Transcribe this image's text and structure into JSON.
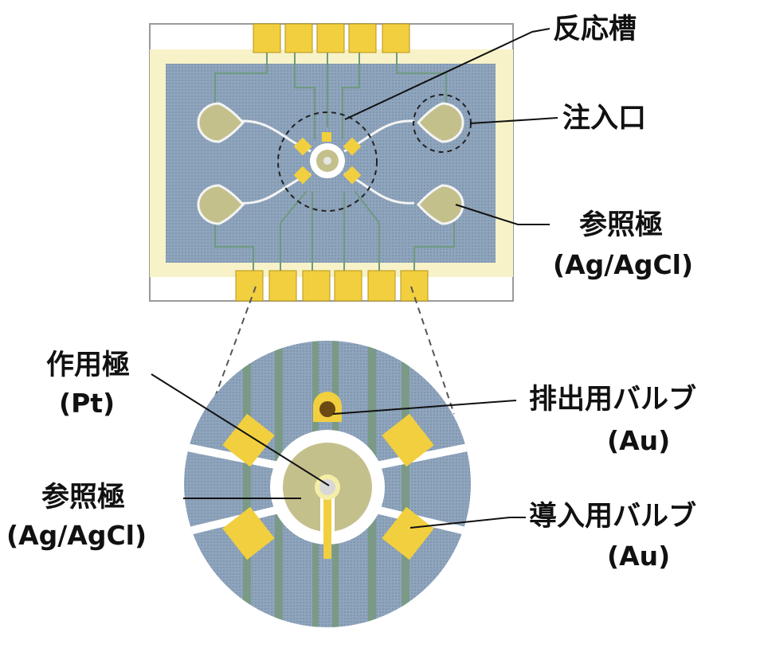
{
  "labels": {
    "reaction_tank": "反応槽",
    "inlet": "注入口",
    "reference_top": "参照極",
    "reference_top_sub": "(Ag/AgCl)",
    "working": "作用極",
    "working_sub": "(Pt)",
    "reference_bottom": "参照極",
    "reference_bottom_sub": "(Ag/AgCl)",
    "drain_valve": "排出用バルブ",
    "drain_valve_sub": "(Au)",
    "intro_valve": "導入用バルブ",
    "intro_valve_sub": "(Au)"
  },
  "colors": {
    "substrate": "#8fa5bd",
    "electrode": "#f2cf3e",
    "reference": "#c4c08c",
    "border": "#f7f2c8",
    "line": "#111111",
    "trace": "#7a9a86"
  }
}
